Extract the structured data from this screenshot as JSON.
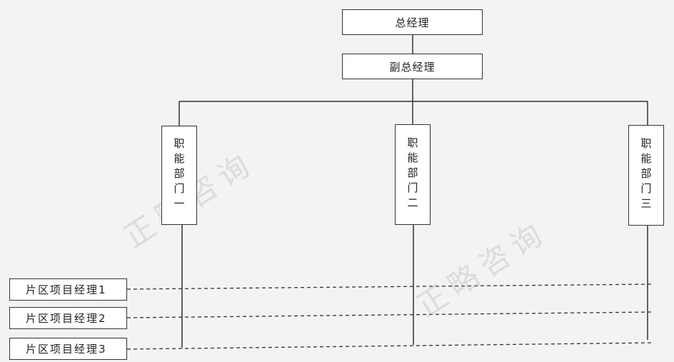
{
  "watermark": "正略咨询",
  "top": {
    "general_manager": "总经理",
    "deputy_general_manager": "副总经理"
  },
  "departments": [
    "职能部门一",
    "职能部门二",
    "职能部门三"
  ],
  "regional_managers": [
    "片区项目经理1",
    "片区项目经理2",
    "片区项目经理3"
  ]
}
